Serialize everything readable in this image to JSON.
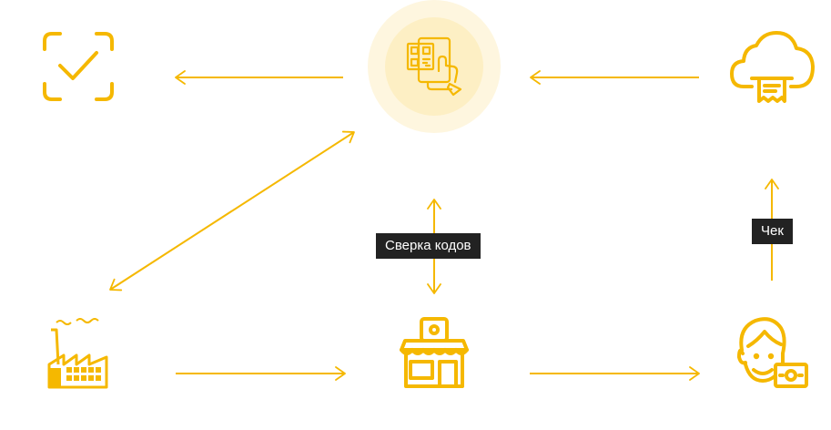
{
  "colors": {
    "accent": "#F5B800",
    "halo_outer": "#FEF6DF",
    "halo_inner": "#FDEFC4",
    "label_bg": "#222222",
    "label_text": "#FFFFFF"
  },
  "nodes": [
    {
      "id": "verification",
      "icon": "checkmark-frame-icon"
    },
    {
      "id": "marking-system",
      "icon": "qr-code-scanner-icon"
    },
    {
      "id": "cloud-ofd",
      "icon": "cloud-receipt-icon"
    },
    {
      "id": "manufacturer",
      "icon": "factory-icon"
    },
    {
      "id": "retail-store",
      "icon": "shop-icon"
    },
    {
      "id": "customer",
      "icon": "customer-with-money-icon"
    }
  ],
  "labels": {
    "code_reconciliation": "Сверка кодов",
    "receipt": "Чек"
  }
}
